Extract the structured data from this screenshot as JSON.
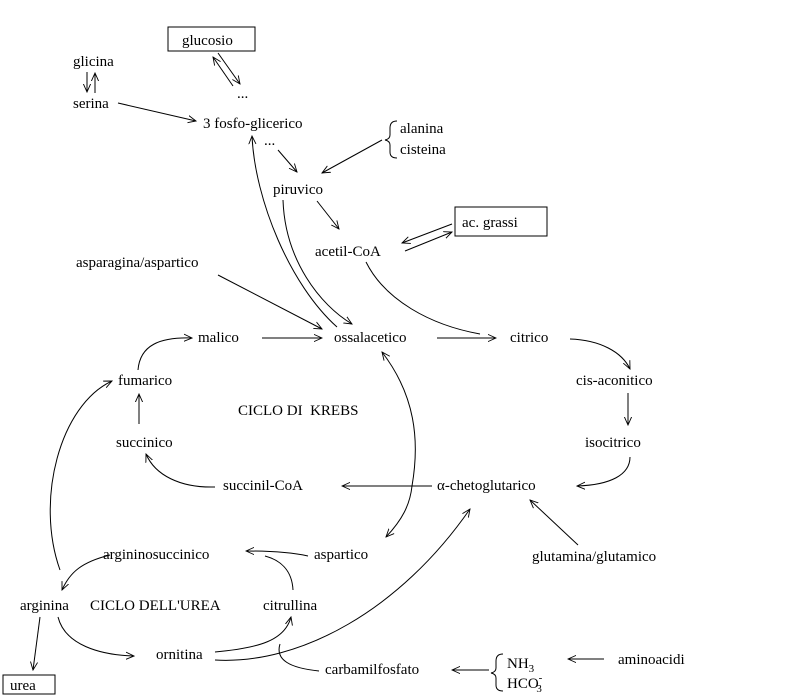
{
  "nodes": {
    "glucosio": "glucosio",
    "glicina": "glicina",
    "serina": "serina",
    "ellipsis_top": "...",
    "fosfoglicerico": "3 fosfo-glicerico",
    "ellipsis_mid": "...",
    "alanina": "alanina",
    "cisteina": "cisteina",
    "piruvico": "piruvico",
    "ac_grassi": "ac. grassi",
    "acetil_coa": "acetil-CoA",
    "asparagina_aspartico": "asparagina/aspartico",
    "malico": "malico",
    "ossalacetico": "ossalacetico",
    "citrico": "citrico",
    "fumarico": "fumarico",
    "cis_aconitico": "cis-aconitico",
    "ciclo_krebs": "CICLO DI  KREBS",
    "succinico": "succinico",
    "isocitrico": "isocitrico",
    "succinil_coa": "succinil-CoA",
    "alpha": "α",
    "chetoglutarico": "-chetoglutarico",
    "argininosuccinico": "argininosuccinico",
    "aspartico": "aspartico",
    "glutamina_glutamico": "glutamina/glutamico",
    "arginina": "arginina",
    "ciclo_urea": "CICLO DELL'UREA",
    "citrullina": "citrullina",
    "ornitina": "ornitina",
    "nh3_base": "NH",
    "nh3_sub": "3",
    "hco3_base": "HCO",
    "hco3_sub": "3",
    "hco3_sup": "-",
    "aminoacidi": "aminoacidi",
    "urea": "urea",
    "carbamilfosfato": "carbamilfosfato"
  }
}
